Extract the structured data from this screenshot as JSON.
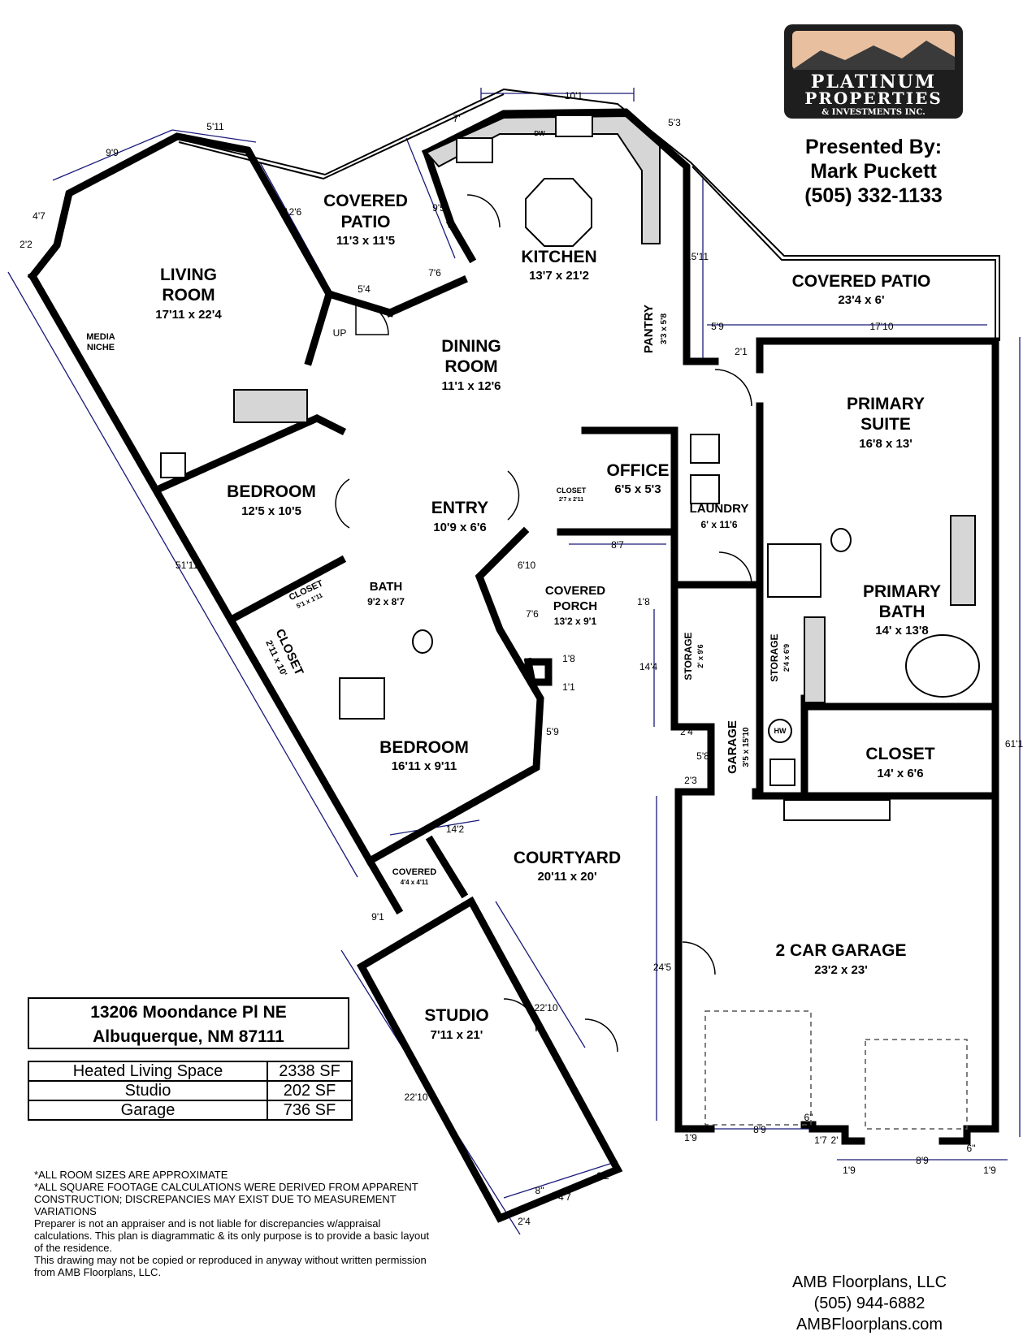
{
  "logo": {
    "line1": "PLATINUM",
    "line2": "PROPERTIES",
    "line3": "& INVESTMENTS INC."
  },
  "presenter": {
    "label": "Presented By:",
    "name": "Mark Puckett",
    "phone": "(505) 332-1133"
  },
  "rooms": {
    "living": {
      "name1": "LIVING",
      "name2": "ROOM",
      "size": "17'11 x 22'4"
    },
    "media": {
      "name1": "MEDIA",
      "name2": "NICHE"
    },
    "covered_patio_w": {
      "name1": "COVERED",
      "name2": "PATIO",
      "size": "11'3 x 11'5"
    },
    "kitchen": {
      "name": "KITCHEN",
      "size": "13'7 x 21'2"
    },
    "pantry": {
      "name": "PANTRY",
      "size": "3'3 x 5'8"
    },
    "covered_patio_e": {
      "name": "COVERED PATIO",
      "size": "23'4 x 6'"
    },
    "dining": {
      "name1": "DINING",
      "name2": "ROOM",
      "size": "11'1 x 12'6"
    },
    "primary_suite": {
      "name1": "PRIMARY",
      "name2": "SUITE",
      "size": "16'8 x 13'"
    },
    "bedroom1": {
      "name": "BEDROOM",
      "size": "12'5 x 10'5"
    },
    "entry": {
      "name": "ENTRY",
      "size": "10'9 x 6'6"
    },
    "office": {
      "name": "OFFICE",
      "size": "6'5 x 5'3"
    },
    "office_closet": {
      "name": "CLOSET",
      "size": "2'7 x 2'11"
    },
    "laundry": {
      "name": "LAUNDRY",
      "size": "6' x 11'6"
    },
    "bath": {
      "name": "BATH",
      "size": "9'2 x 8'7"
    },
    "bed_closet1": {
      "name": "CLOSET",
      "size": "5'1 x 1'11"
    },
    "covered_porch": {
      "name1": "COVERED",
      "name2": "PORCH",
      "size": "13'2 x 9'1"
    },
    "primary_bath": {
      "name1": "PRIMARY",
      "name2": "BATH",
      "size": "14' x 13'8"
    },
    "closet_long": {
      "name": "CLOSET",
      "size": "2'11 x 10'"
    },
    "storage1": {
      "name": "STORAGE",
      "size": "2' x 9'6"
    },
    "storage2": {
      "name": "STORAGE",
      "size": "2'4 x 6'9"
    },
    "bedroom2": {
      "name": "BEDROOM",
      "size": "16'11 x 9'11"
    },
    "garage_hall": {
      "name": "GARAGE",
      "size": "3'5 x 15'10"
    },
    "closet_primary": {
      "name": "CLOSET",
      "size": "14' x 6'6"
    },
    "courtyard": {
      "name": "COURTYARD",
      "size": "20'11 x 20'"
    },
    "covered_small": {
      "name": "COVERED",
      "size": "4'4 x 4'11"
    },
    "garage": {
      "name": "2 CAR GARAGE",
      "size": "23'2 x 23'"
    },
    "studio": {
      "name": "STUDIO",
      "size": "7'11 x 21'"
    }
  },
  "labels": {
    "up": "UP",
    "dw": "DW",
    "hw": "HW"
  },
  "dimensions": [
    "10'1",
    "7'",
    "5'3",
    "9'9",
    "5'11",
    "4'7",
    "2'2",
    "12'6",
    "9'5",
    "15'11",
    "5'4",
    "7'6",
    "5'9",
    "17'10",
    "2'1",
    "8'7",
    "6'10",
    "7'6",
    "1'8",
    "1'8",
    "1'1",
    "14'4",
    "2'4",
    "5'8",
    "2'3",
    "5'9",
    "14'2",
    "51'11",
    "9'1",
    "22'10",
    "22'10",
    "24'5",
    "61'1",
    "2'4",
    "8\"",
    "4'7",
    "2'2",
    "1'9",
    "8'9",
    "6\"",
    "1'7",
    "2'",
    "1'9",
    "8'9",
    "1'9",
    "6\""
  ],
  "address": {
    "line1": "13206 Moondance Pl NE",
    "line2": "Albuquerque, NM 87111"
  },
  "square_footage": [
    {
      "label": "Heated Living Space",
      "value": "2338 SF"
    },
    {
      "label": "Studio",
      "value": "202 SF"
    },
    {
      "label": "Garage",
      "value": "736 SF"
    }
  ],
  "notes": [
    "*ALL ROOM SIZES ARE APPROXIMATE",
    "*ALL SQUARE FOOTAGE CALCULATIONS WERE DERIVED FROM APPARENT CONSTRUCTION; DISCREPANCIES MAY EXIST DUE TO MEASUREMENT VARIATIONS",
    "Preparer is not an appraiser and is not liable for discrepancies w/appraisal calculations.  This plan is diagrammatic & its only purpose is to provide a basic layout of the residence.",
    "This drawing may not be copied or reproduced in anyway without written permission from AMB Floorplans, LLC."
  ],
  "company": {
    "name": "AMB Floorplans, LLC",
    "phone": "(505) 944-6882",
    "web": "AMBFloorplans.com"
  }
}
